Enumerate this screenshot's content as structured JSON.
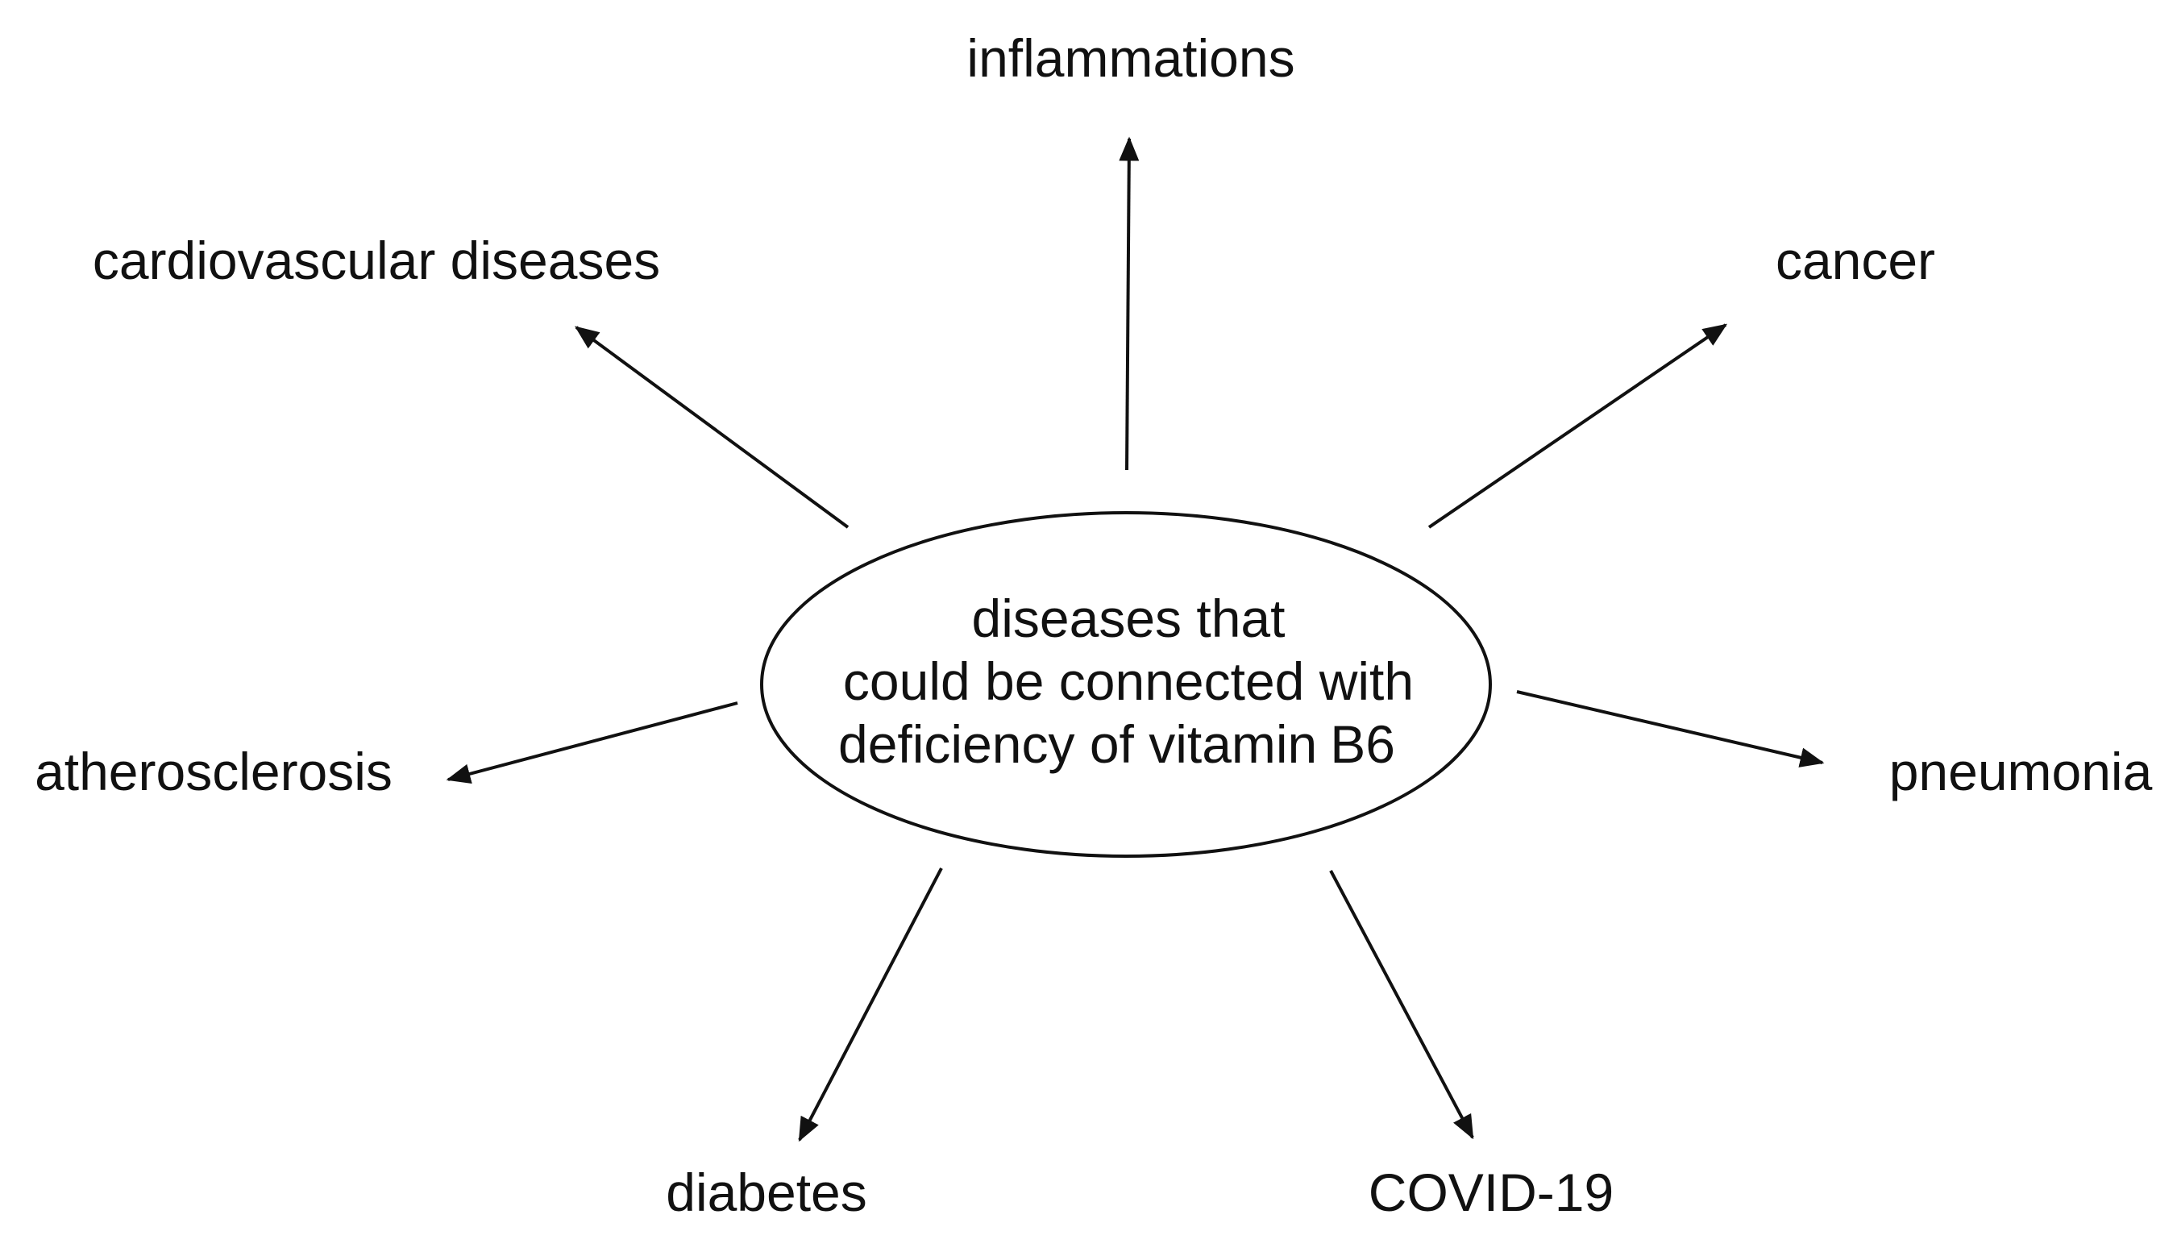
{
  "center": {
    "line1": "diseases that",
    "line2": "could be connected with",
    "line3": "deficiency of vitamin",
    "line3_suffix": "B6"
  },
  "nodes": {
    "inflammations": "inflammations",
    "cardiovascular": "cardiovascular diseases",
    "cancer": "cancer",
    "atherosclerosis": "atherosclerosis",
    "pneumonia": "pneumonia",
    "diabetes": "diabetes",
    "covid": "COVID-19"
  }
}
